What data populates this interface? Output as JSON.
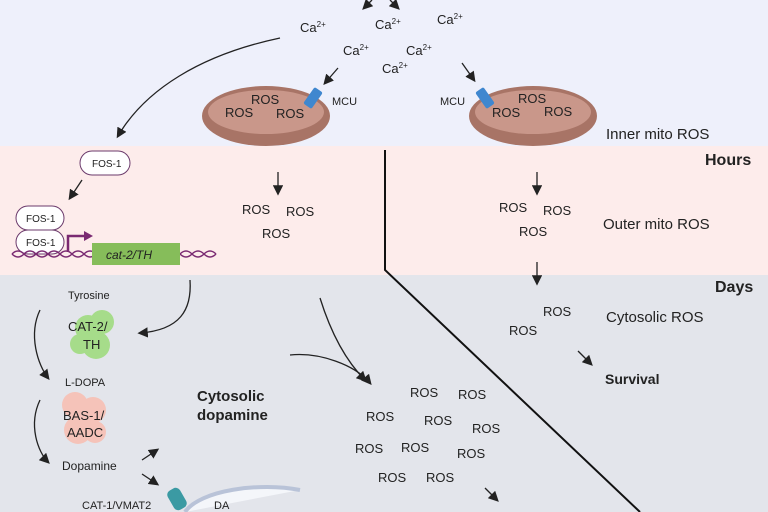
{
  "calcium": {
    "symbol": "Ca",
    "charge": "2+"
  },
  "mcu_label": "MCU",
  "ros": "ROS",
  "labels": {
    "inner_mito_ros": "Inner mito ROS",
    "outer_mito_ros": "Outer mito ROS",
    "cytosolic_ros": "Cytosolic ROS",
    "survival": "Survival",
    "hours": "Hours",
    "days": "Days",
    "cytosolic_dopamine_1": "Cytosolic",
    "cytosolic_dopamine_2": "dopamine"
  },
  "pathway": {
    "fos1": "FOS-1",
    "gene": "cat-2/TH",
    "tyrosine": "Tyrosine",
    "cat2_1": "CAT-2/",
    "cat2_2": "TH",
    "ldopa": "L-DOPA",
    "bas1_1": "BAS-1/",
    "bas1_2": "AADC",
    "dopamine": "Dopamine",
    "vmat": "CAT-1/VMAT2",
    "da": "DA"
  },
  "colors": {
    "top_band": "#eef0fb",
    "hours_band": "#fdeceb",
    "days_band": "#e3e5eb",
    "mito": "#b98478",
    "mcu": "#3f87cf",
    "gene_box": "#86bd5a",
    "dna": "#7a2a72"
  }
}
